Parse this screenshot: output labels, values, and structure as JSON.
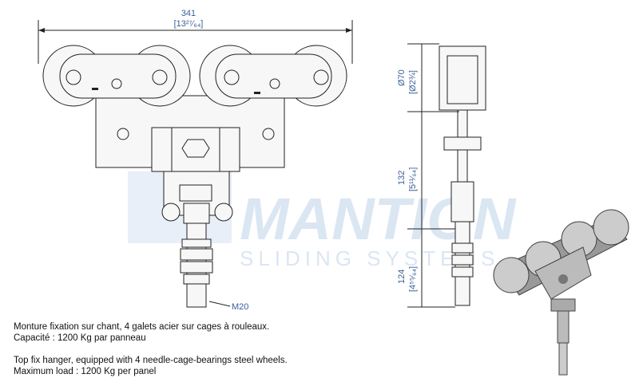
{
  "watermark": {
    "brand": "MANTION",
    "tagline": "SLIDING SYSTEMS"
  },
  "dimensions": {
    "width": {
      "mm": "341",
      "inch": "[13²⁷⁄₆₄]"
    },
    "wheel_diameter": {
      "mm": "Ø70",
      "inch": "[Ø2¾]"
    },
    "height_body": {
      "mm": "132",
      "inch": "[5¹¹⁄₆₄]"
    },
    "height_stem": {
      "mm": "124",
      "inch": "[4⁵⁵⁄₆₄]"
    },
    "thread": "M20"
  },
  "description": {
    "fr_line1": "Monture fixation sur chant, 4 galets acier sur cages à rouleaux.",
    "fr_line2": "Capacité : 1200 Kg par panneau",
    "en_line1": "Top fix hanger, equipped with 4 needle-cage-bearings steel wheels.",
    "en_line2": "Maximum load : 1200 Kg per panel"
  },
  "colors": {
    "dimension": "#3a5f9a",
    "watermark": "#dbe6f3"
  }
}
